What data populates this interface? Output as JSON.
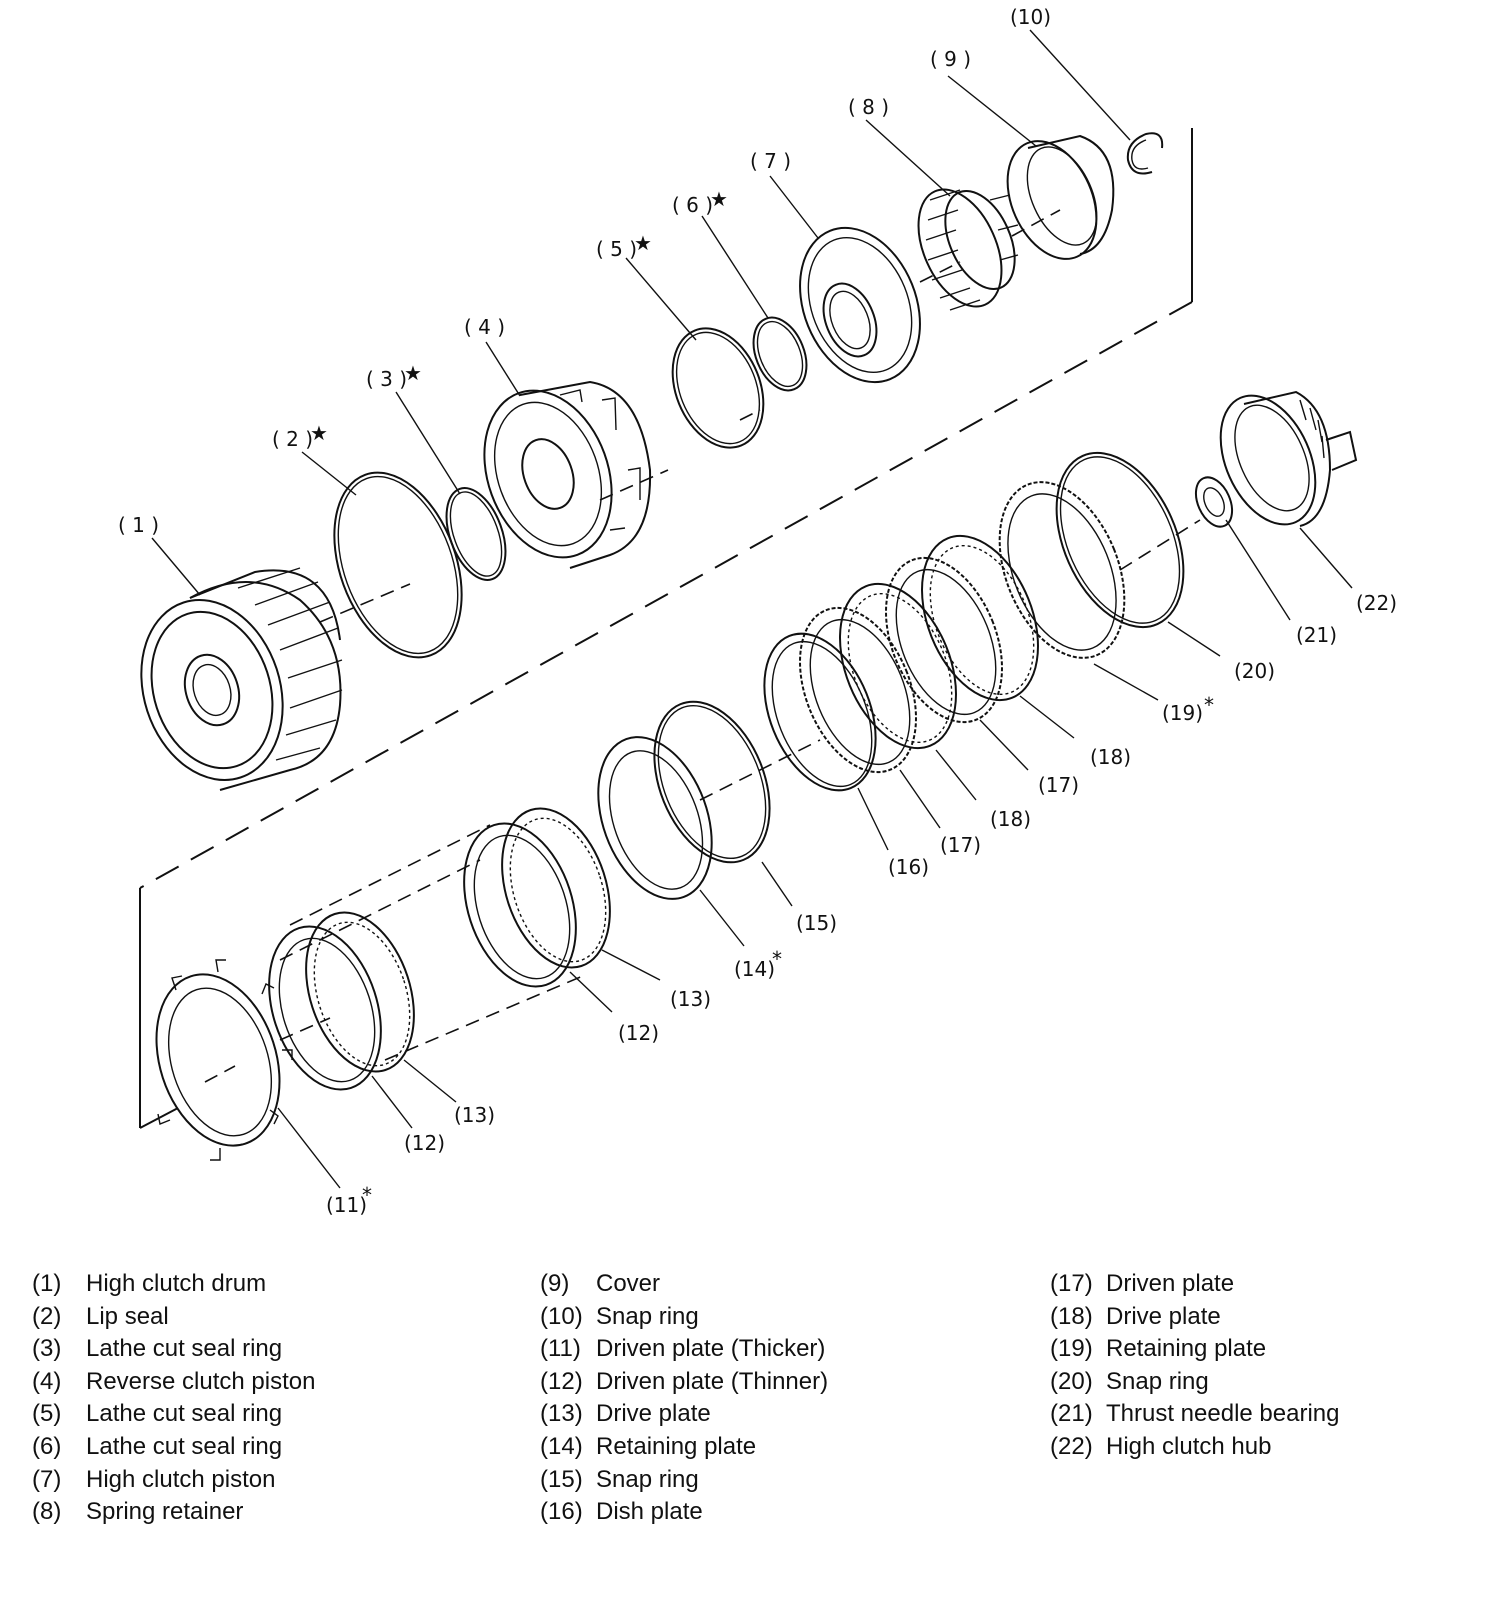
{
  "callouts": [
    {
      "id": "1",
      "text": "( 1 )",
      "mark": ""
    },
    {
      "id": "2",
      "text": "( 2 )",
      "mark": "★"
    },
    {
      "id": "3",
      "text": "( 3 )",
      "mark": "★"
    },
    {
      "id": "4",
      "text": "( 4 )",
      "mark": ""
    },
    {
      "id": "5",
      "text": "( 5 )",
      "mark": "★"
    },
    {
      "id": "6",
      "text": "( 6 )",
      "mark": "★"
    },
    {
      "id": "7",
      "text": "( 7 )",
      "mark": ""
    },
    {
      "id": "8",
      "text": "( 8 )",
      "mark": ""
    },
    {
      "id": "9",
      "text": "( 9 )",
      "mark": ""
    },
    {
      "id": "10",
      "text": "(10)",
      "mark": ""
    },
    {
      "id": "11",
      "text": "(11)",
      "mark": "*"
    },
    {
      "id": "12a",
      "text": "(12)",
      "mark": ""
    },
    {
      "id": "12b",
      "text": "(12)",
      "mark": ""
    },
    {
      "id": "13a",
      "text": "(13)",
      "mark": ""
    },
    {
      "id": "13b",
      "text": "(13)",
      "mark": ""
    },
    {
      "id": "14",
      "text": "(14)",
      "mark": "*"
    },
    {
      "id": "15",
      "text": "(15)",
      "mark": ""
    },
    {
      "id": "16",
      "text": "(16)",
      "mark": ""
    },
    {
      "id": "17a",
      "text": "(17)",
      "mark": ""
    },
    {
      "id": "17b",
      "text": "(17)",
      "mark": ""
    },
    {
      "id": "18a",
      "text": "(18)",
      "mark": ""
    },
    {
      "id": "18b",
      "text": "(18)",
      "mark": ""
    },
    {
      "id": "19",
      "text": "(19)",
      "mark": "*"
    },
    {
      "id": "20",
      "text": "(20)",
      "mark": ""
    },
    {
      "id": "21",
      "text": "(21)",
      "mark": ""
    },
    {
      "id": "22",
      "text": "(22)",
      "mark": ""
    }
  ],
  "legend": [
    [
      {
        "num": "(1)",
        "name": "High clutch drum"
      },
      {
        "num": "(2)",
        "name": "Lip seal"
      },
      {
        "num": "(3)",
        "name": "Lathe cut seal ring"
      },
      {
        "num": "(4)",
        "name": "Reverse clutch piston"
      },
      {
        "num": "(5)",
        "name": "Lathe cut seal ring"
      },
      {
        "num": "(6)",
        "name": "Lathe cut seal ring"
      },
      {
        "num": "(7)",
        "name": "High clutch piston"
      },
      {
        "num": "(8)",
        "name": "Spring retainer"
      }
    ],
    [
      {
        "num": "(9)",
        "name": "Cover"
      },
      {
        "num": "(10)",
        "name": "Snap ring"
      },
      {
        "num": "(11)",
        "name": "Driven plate (Thicker)"
      },
      {
        "num": "(12)",
        "name": "Driven plate (Thinner)"
      },
      {
        "num": "(13)",
        "name": "Drive plate"
      },
      {
        "num": "(14)",
        "name": "Retaining plate"
      },
      {
        "num": "(15)",
        "name": "Snap ring"
      },
      {
        "num": "(16)",
        "name": "Dish plate"
      }
    ],
    [
      {
        "num": "(17)",
        "name": "Driven plate"
      },
      {
        "num": "(18)",
        "name": "Drive plate"
      },
      {
        "num": "(19)",
        "name": "Retaining plate"
      },
      {
        "num": "(20)",
        "name": "Snap ring"
      },
      {
        "num": "(21)",
        "name": "Thrust needle bearing"
      },
      {
        "num": "(22)",
        "name": "High clutch hub"
      }
    ]
  ]
}
